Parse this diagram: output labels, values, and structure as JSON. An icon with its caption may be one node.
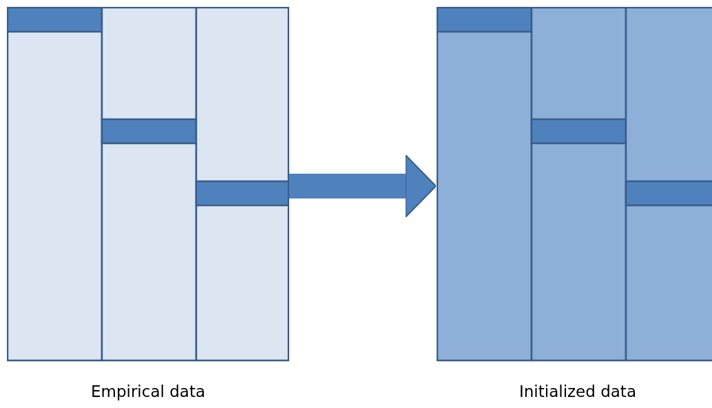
{
  "diagram": {
    "nodes": [
      {
        "text": [
          "Empirical data"
        ]
      },
      {
        "text": [
          "Initialized data"
        ]
      }
    ],
    "edges": [
      {
        "from": 0,
        "to": 1,
        "arrow": "to"
      }
    ]
  }
}
